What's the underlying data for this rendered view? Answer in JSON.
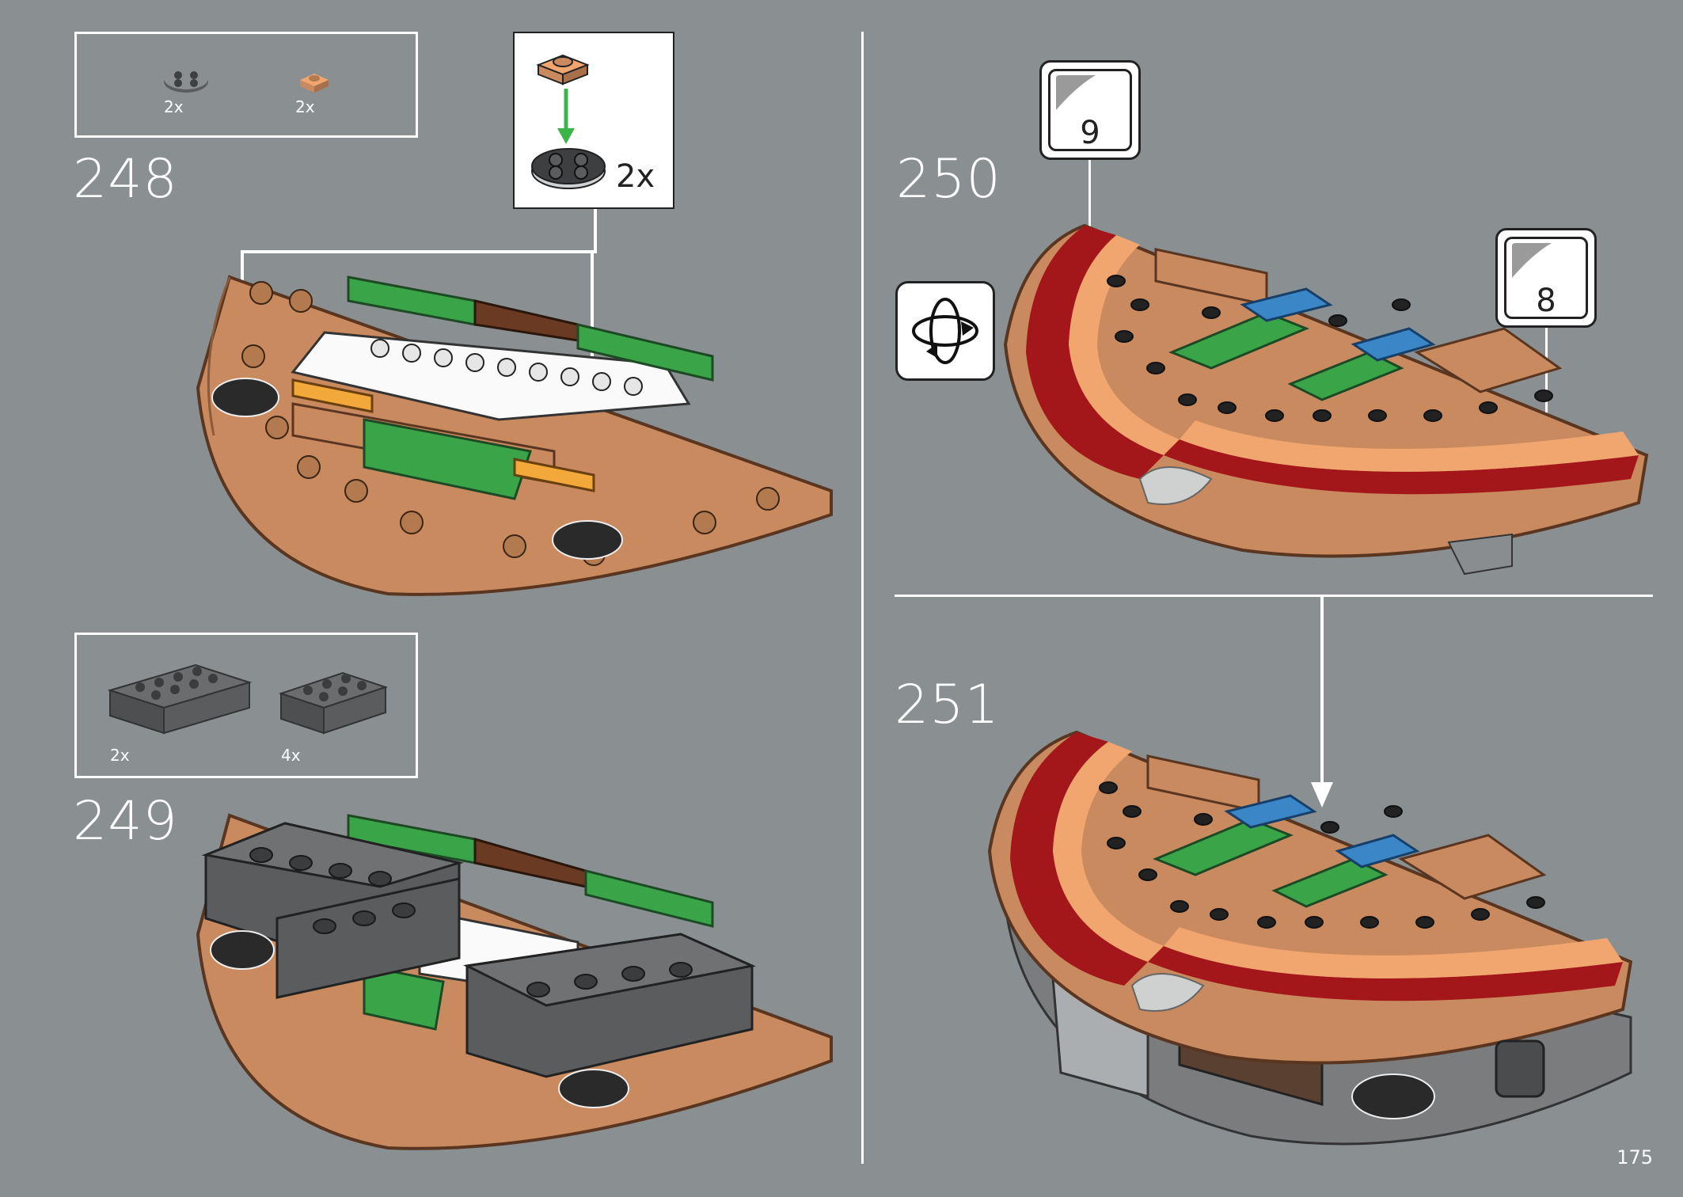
{
  "page": {
    "number": "175"
  },
  "steps": [
    {
      "number": "248",
      "parts": [
        {
          "icon": "round-plate-2x2-gray-icon",
          "qty": "2x"
        },
        {
          "icon": "plate-1x1-tan-icon",
          "qty": "2x"
        }
      ],
      "callout": {
        "qty": "2x"
      }
    },
    {
      "number": "249",
      "parts": [
        {
          "icon": "brick-2x6-dark-gray-icon",
          "qty": "2x"
        },
        {
          "icon": "brick-2x4-dark-gray-icon",
          "qty": "4x"
        }
      ]
    },
    {
      "number": "250",
      "stickers": [
        {
          "number": "9"
        },
        {
          "number": "8"
        }
      ],
      "rotate_icon": "rotate-model-icon"
    },
    {
      "number": "251"
    }
  ],
  "colors": {
    "background": "#8a9092",
    "tan": "#c98a5f",
    "tan_light": "#f1a56f",
    "dark_red": "#a3171a",
    "green": "#3aa548",
    "blue": "#3a86c6",
    "dark_gray": "#5a5c5e",
    "white": "#ffffff",
    "dark_brown": "#6a3b22",
    "orange": "#f3a93a",
    "arrow_green": "#3bb54a"
  }
}
